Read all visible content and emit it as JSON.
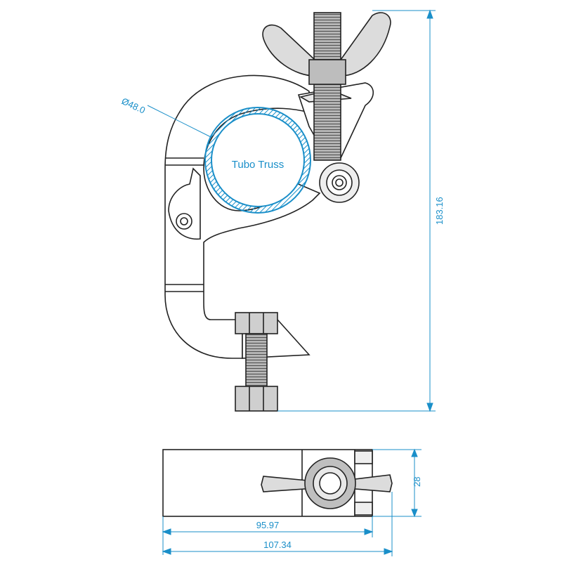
{
  "labels": {
    "tube_diameter": "Ø48.0",
    "tube_name": "Tubo Truss",
    "height": "183.16",
    "width_side": "28",
    "width_inner": "95.97",
    "width_total": "107.34"
  },
  "colors": {
    "accent": "#1a8fc9",
    "line": "#222222",
    "metal_fill": "#d8d8d8",
    "thread_fill": "#9a9a9a",
    "paper": "#ffffff"
  }
}
